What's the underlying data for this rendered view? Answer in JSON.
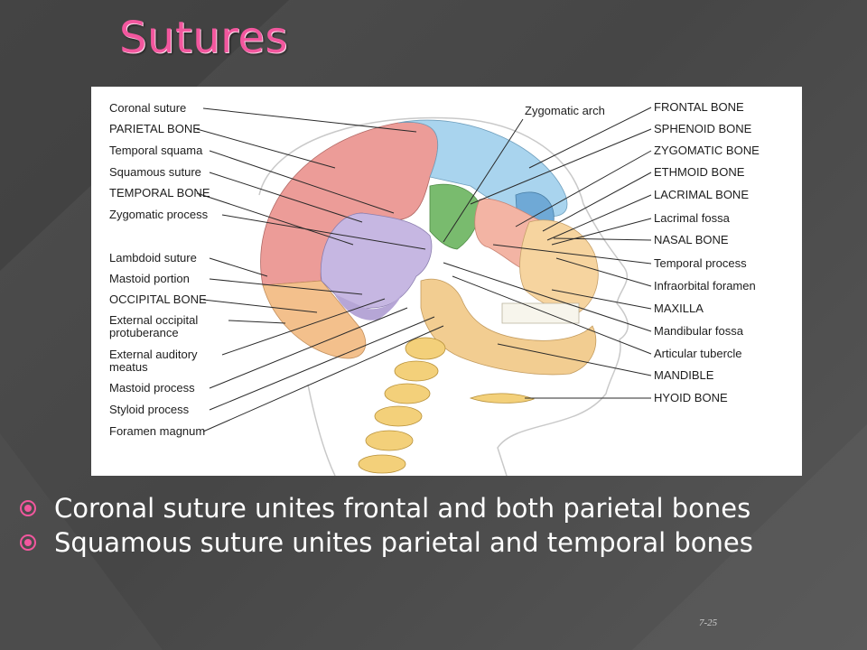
{
  "slide": {
    "title": "Sutures",
    "page_number": "7-25",
    "accent_color": "#f2579e"
  },
  "figure": {
    "left_labels": [
      [
        "Coronal suture"
      ],
      [
        "PARIETAL BONE"
      ],
      [
        "Temporal squama"
      ],
      [
        "Squamous suture"
      ],
      [
        "TEMPORAL BONE"
      ],
      [
        "Zygomatic process"
      ],
      [
        "Lambdoid suture"
      ],
      [
        "Mastoid portion"
      ],
      [
        "OCCIPITAL BONE"
      ],
      [
        "External occipital",
        "protuberance"
      ],
      [
        "External auditory",
        "meatus"
      ],
      [
        "Mastoid process"
      ],
      [
        "Styloid process"
      ],
      [
        "Foramen magnum"
      ]
    ],
    "top_label": "Zygomatic arch",
    "right_labels": [
      "FRONTAL BONE",
      "SPHENOID BONE",
      "ZYGOMATIC BONE",
      "ETHMOID BONE",
      "LACRIMAL BONE",
      "Lacrimal fossa",
      "NASAL BONE",
      "Temporal process",
      "Infraorbital foramen",
      "MAXILLA",
      "Mandibular fossa",
      "Articular tubercle",
      "MANDIBLE",
      "HYOID BONE"
    ],
    "bone_colors": {
      "frontal": "#a9d4ee",
      "parietal": "#ec9c98",
      "temporal": "#c6b7e2",
      "occipital": "#f3c08c",
      "sphenoid": "#79bb6e",
      "zygomatic": "#f3b4a4",
      "maxilla": "#f6d49f",
      "mandible": "#f2cd91"
    }
  },
  "bullets": [
    "Coronal suture unites frontal and both parietal bones",
    "Squamous suture unites parietal and temporal bones"
  ]
}
